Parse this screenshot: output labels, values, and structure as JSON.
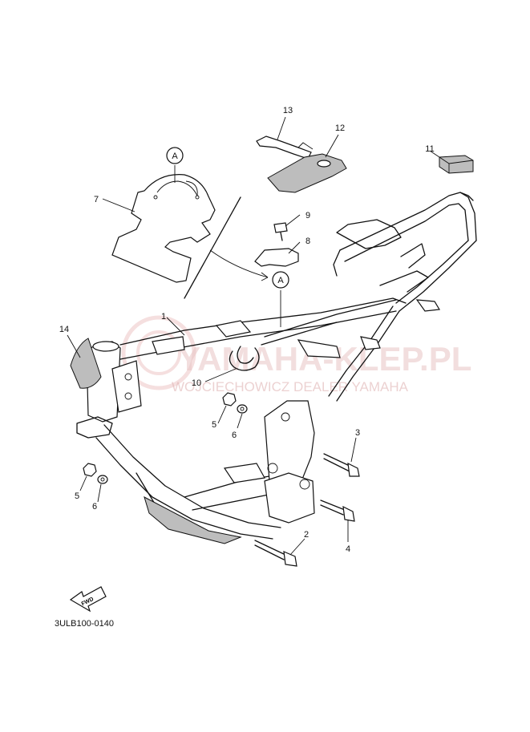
{
  "watermark": {
    "title": "YAMAHA-KLEP.PL",
    "subtitle": "WOJCIECHOWICZ DEALER YAMAHA",
    "accent_color": "#e8a8a8"
  },
  "callouts": {
    "c1": "1",
    "c2": "2",
    "c3": "3",
    "c4": "4",
    "c5a": "5",
    "c5b": "5",
    "c6a": "6",
    "c6b": "6",
    "c7": "7",
    "c8": "8",
    "c9": "9",
    "c10": "10",
    "c11": "11",
    "c12": "12",
    "c13": "13",
    "c14": "14"
  },
  "ref_marks": {
    "top": "A",
    "frame": "A"
  },
  "fwd_label": "FWD",
  "diagram_code": "3ULB100-0140"
}
